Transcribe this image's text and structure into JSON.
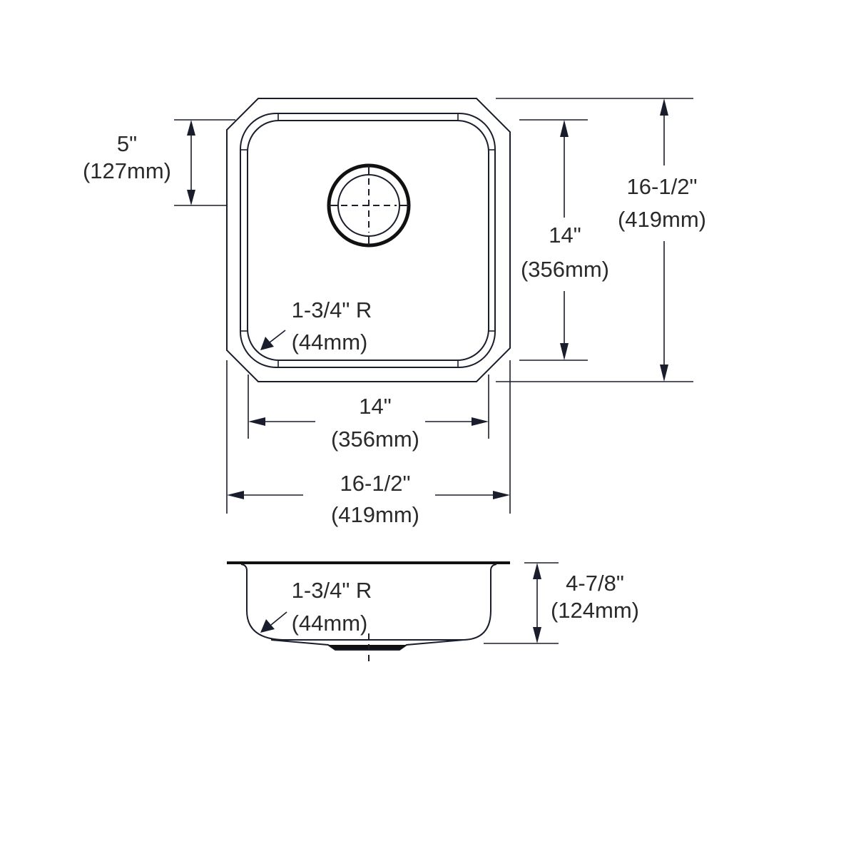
{
  "drawing": {
    "title": "Single bowl undermount sink dimension drawing",
    "colors": {
      "line": "#1a1d2b",
      "text": "#2a2a2a",
      "background": "#ffffff"
    },
    "top_view": {
      "drain_offset": {
        "inches": "5\"",
        "mm": "(127mm)"
      },
      "bowl_length": {
        "inches": "14\"",
        "mm": "(356mm)"
      },
      "overall_length": {
        "inches": "16-1/2\"",
        "mm": "(419mm)"
      },
      "corner_radius": {
        "inches": "1-3/4\" R",
        "mm": "(44mm)"
      },
      "bowl_width": {
        "inches": "14\"",
        "mm": "(356mm)"
      },
      "overall_width": {
        "inches": "16-1/2\"",
        "mm": "(419mm)"
      }
    },
    "side_view": {
      "corner_radius": {
        "inches": "1-3/4\" R",
        "mm": "(44mm)"
      },
      "bowl_depth": {
        "inches": "4-7/8\"",
        "mm": "(124mm)"
      }
    }
  }
}
